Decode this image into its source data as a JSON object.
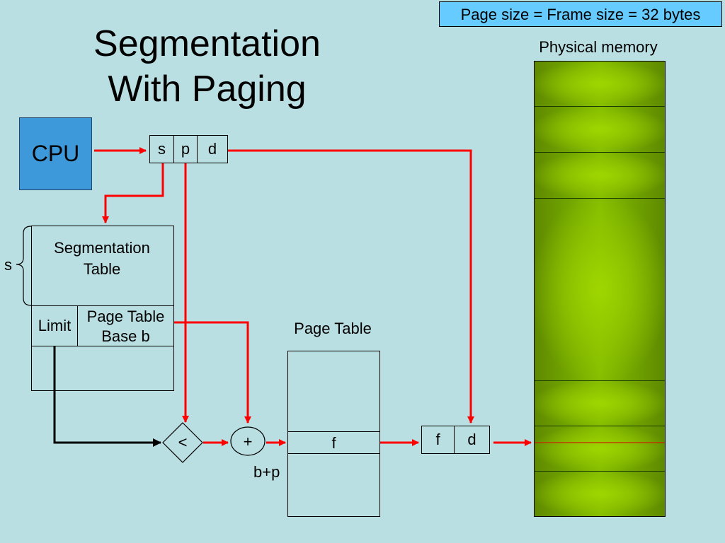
{
  "title_line1": "Segmentation",
  "title_line2": "With Paging",
  "page_size_note": "Page size = Frame size = 32 bytes",
  "physical_memory_label": "Physical memory",
  "cpu_label": "CPU",
  "logical_address": {
    "s": "s",
    "p": "p",
    "d": "d"
  },
  "segment_table": {
    "label_line1": "Segmentation",
    "label_line2": "Table",
    "index_label": "s",
    "limit_label": "Limit",
    "base_line1": "Page Table",
    "base_line2": "Base b"
  },
  "compare_op": "<",
  "add_op": "+",
  "page_table": {
    "label": "Page Table",
    "entry": "f",
    "index_label": "b+p"
  },
  "physical_address": {
    "f": "f",
    "d": "d"
  },
  "colors": {
    "arrow": "#ff0000",
    "background": "#b9dfe3",
    "cpu": "#3d99da",
    "note": "#66ccff",
    "memory": "#7cb200"
  }
}
